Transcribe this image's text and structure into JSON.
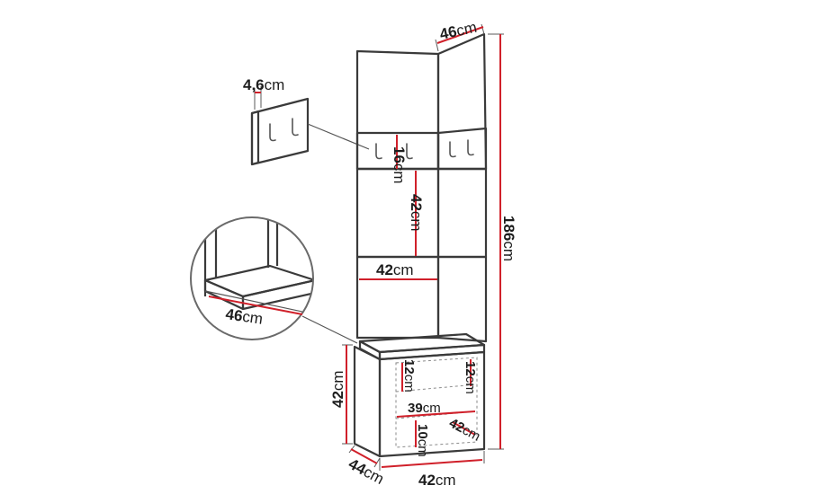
{
  "diagram": {
    "units": "cm",
    "dimensions": [
      {
        "id": "top-depth",
        "value": "46",
        "unit": "cm"
      },
      {
        "id": "hanger-thickness",
        "value": "4,6",
        "unit": "cm"
      },
      {
        "id": "hook-strip-height",
        "value": "16",
        "unit": "cm"
      },
      {
        "id": "panel-height",
        "value": "42",
        "unit": "cm"
      },
      {
        "id": "total-height",
        "value": "186",
        "unit": "cm"
      },
      {
        "id": "panel-width",
        "value": "42",
        "unit": "cm"
      },
      {
        "id": "seat-depth-detail",
        "value": "46",
        "unit": "cm"
      },
      {
        "id": "cabinet-height",
        "value": "42",
        "unit": "cm"
      },
      {
        "id": "shelf-height-left",
        "value": "12",
        "unit": "cm"
      },
      {
        "id": "shelf-height-right",
        "value": "12",
        "unit": "cm"
      },
      {
        "id": "inner-width",
        "value": "39",
        "unit": "cm"
      },
      {
        "id": "inner-depth",
        "value": "42",
        "unit": "cm"
      },
      {
        "id": "bottom-gap",
        "value": "10",
        "unit": "cm"
      },
      {
        "id": "cabinet-depth",
        "value": "44",
        "unit": "cm"
      },
      {
        "id": "cabinet-width",
        "value": "42",
        "unit": "cm"
      }
    ]
  }
}
